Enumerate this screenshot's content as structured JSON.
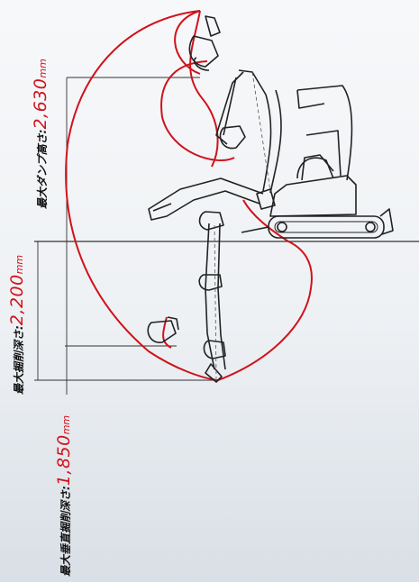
{
  "spec_labels": {
    "max_dump_height": {
      "label": "最大ダンプ高さ:",
      "value": "2,630",
      "unit": "mm"
    },
    "max_digging_depth": {
      "label": "最大掘削深さ:",
      "value": "2,200",
      "unit": "mm"
    },
    "max_vertical_digging_depth": {
      "label": "最大垂直掘削深さ:",
      "value": "1,850",
      "unit": "mm"
    }
  },
  "colors": {
    "envelope": "#d0121b",
    "machine": "#222222",
    "dimension_lines": "#333333",
    "accent_text": "#d0121b"
  }
}
